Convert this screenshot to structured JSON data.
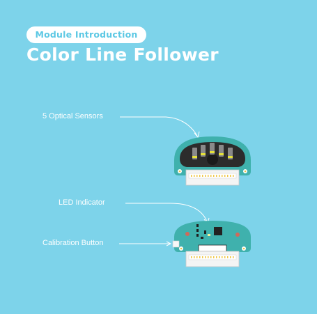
{
  "header": {
    "tag": "Module Introduction",
    "title": "Color Line Follower"
  },
  "callouts": {
    "sensors": "5 Optical Sensors",
    "led": "LED Indicator",
    "calibration": "Calibration Button"
  },
  "colors": {
    "background": "#7dd3ea",
    "board": "#3fb1ad",
    "sensor_housing": "#2c2c2c",
    "sensor_accent": "#e6e23a",
    "connector": "#f4f4f4"
  }
}
